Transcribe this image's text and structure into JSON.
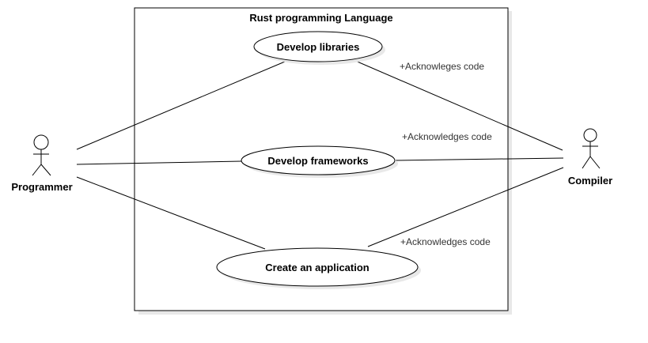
{
  "diagram": {
    "system_title": "Rust programming Language",
    "actors": {
      "programmer": "Programmer",
      "compiler": "Compiler"
    },
    "use_cases": {
      "develop_libraries": "Develop libraries",
      "develop_frameworks": "Develop frameworks",
      "create_application": "Create an application"
    },
    "associations": {
      "libraries_compiler": "+Acknowleges code",
      "frameworks_compiler": "+Acknowledges code",
      "application_compiler": "+Acknowledges code"
    }
  }
}
